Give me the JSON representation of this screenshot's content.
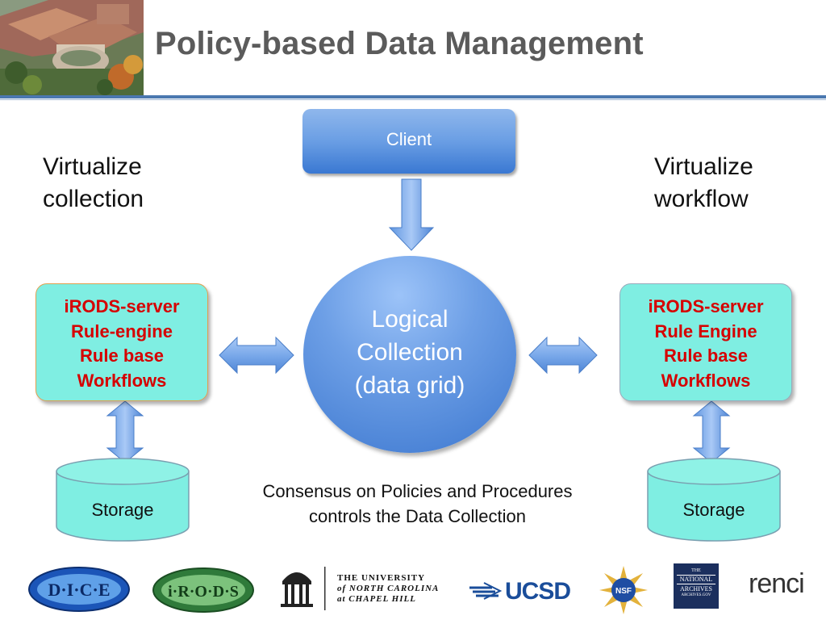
{
  "title": "Policy-based Data Management",
  "labels": {
    "left": [
      "Virtualize",
      "collection"
    ],
    "right": [
      "Virtualize",
      "workflow"
    ]
  },
  "client": "Client",
  "logical_collection": [
    "Logical",
    "Collection",
    "(data grid)"
  ],
  "irods_left": [
    "iRODS-server",
    "Rule-engine",
    "Rule base",
    "Workflows"
  ],
  "irods_right": [
    "iRODS-server",
    "Rule Engine",
    "Rule base",
    "Workflows"
  ],
  "storage_left": "Storage",
  "storage_right": "Storage",
  "consensus": [
    "Consensus on Policies and Procedures",
    "controls the Data Collection"
  ],
  "logos": {
    "dice": "D·I·C·E",
    "irods": "i·R·O·D·S",
    "unc": [
      "THE UNIVERSITY",
      "of NORTH CAROLINA",
      "at CHAPEL HILL"
    ],
    "ucsd": "UCSD",
    "nsf": "NSF",
    "archives": [
      "THE",
      "NATIONAL",
      "ARCHIVES",
      "ARCHIVES.GOV"
    ],
    "renci": "renci"
  },
  "colors": {
    "title": "#5b5b5b",
    "rule": "#4b78b0",
    "box_fill": "#7feee2",
    "box_text": "#d60000",
    "blue": "#3a78d2"
  }
}
